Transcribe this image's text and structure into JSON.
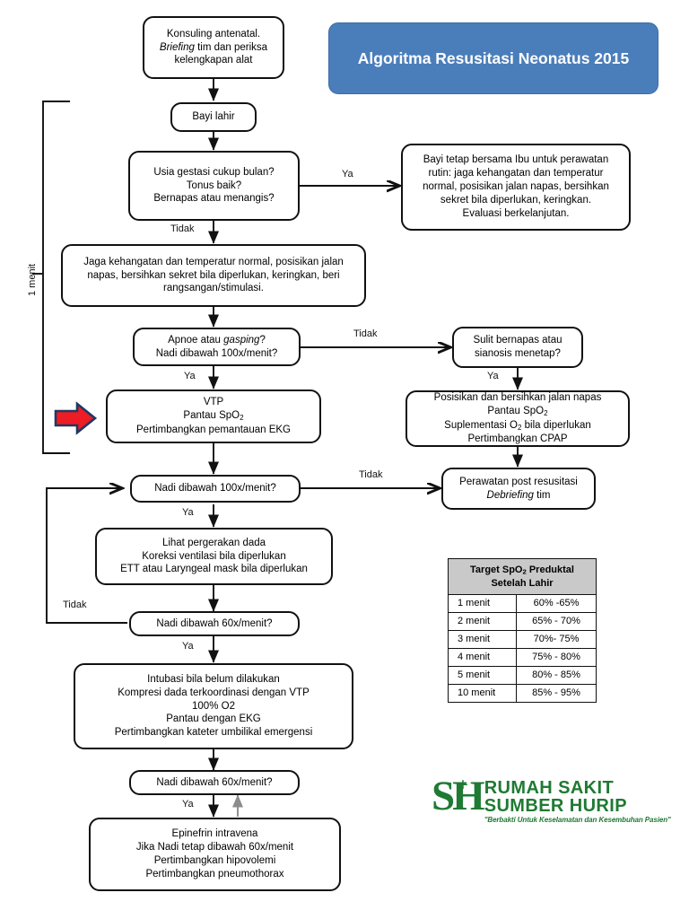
{
  "title": {
    "line1": "Algoritma Resusitasi Neonatus",
    "line2": "2015",
    "color": "#4a7ebb"
  },
  "nodes": {
    "antenatal": {
      "l1": "Konsuling antenatal.",
      "l2_italic": "Briefing",
      "l2_rest": " tim dan periksa",
      "l3": "kelengkapan alat"
    },
    "birth": {
      "l1": "Bayi lahir"
    },
    "assess": {
      "l1": "Usia gestasi cukup bulan?",
      "l2": "Tonus baik?",
      "l3": "Bernapas atau menangis?"
    },
    "routine_care": {
      "l1": "Bayi tetap bersama Ibu untuk perawatan",
      "l2": "rutin: jaga kehangatan dan temperatur",
      "l3": "normal, posisikan jalan napas, bersihkan",
      "l4": "sekret bila diperlukan, keringkan.",
      "l5": "Evaluasi berkelanjutan."
    },
    "warm_position": {
      "l1": "Jaga kehangatan dan temperatur normal, posisikan jalan",
      "l2": "napas, bersihkan sekret bila diperlukan, keringkan, beri",
      "l3": "rangsangan/stimulasi."
    },
    "apnea": {
      "l1_pre": "Apnoe atau ",
      "l1_italic": "gasping",
      "l1_post": "?",
      "l2": "Nadi dibawah 100x/menit?"
    },
    "labored": {
      "l1": "Sulit bernapas atau",
      "l2": "sianosis menetap?"
    },
    "cpap": {
      "l1": "Posisikan dan bersihkan jalan napas",
      "l2_pre": "Pantau SpO",
      "l2_sub": "2",
      "l3_pre": "Suplementasi O",
      "l3_sub": "2",
      "l3_post": " bila diperlukan",
      "l4": "Pertimbangkan CPAP"
    },
    "vtp": {
      "l1": "VTP",
      "l2_pre": "Pantau SpO",
      "l2_sub": "2",
      "l3": "Pertimbangkan pemantauan EKG"
    },
    "pulse100": {
      "l1": "Nadi dibawah 100x/menit?"
    },
    "post_resus": {
      "l1": "Perawatan post resusitasi",
      "l2_italic": "Debriefing",
      "l2_rest": " tim"
    },
    "chest_check": {
      "l1": "Lihat pergerakan dada",
      "l2": "Koreksi ventilasi bila diperlukan",
      "l3": "ETT atau Laryngeal mask bila diperlukan"
    },
    "pulse60_a": {
      "l1": "Nadi dibawah 60x/menit?"
    },
    "compressions": {
      "l1": "Intubasi bila belum dilakukan",
      "l2": "Kompresi dada terkoordinasi dengan VTP",
      "l3": "100% O2",
      "l4": "Pantau dengan EKG",
      "l5": "Pertimbangkan kateter umbilikal emergensi"
    },
    "pulse60_b": {
      "l1": "Nadi dibawah 60x/menit?"
    },
    "epinephrine": {
      "l1": "Epinefrin intravena",
      "l2": "Jika Nadi tetap dibawah 60x/menit",
      "l3": "Pertimbangkan hipovolemi",
      "l4": "Pertimbangkan pneumothorax"
    }
  },
  "edge_labels": {
    "ya_assess": "Ya",
    "tidak_assess": "Tidak",
    "tidak_apnea": "Tidak",
    "ya_apnea": "Ya",
    "ya_labored": "Ya",
    "tidak_pulse100": "Tidak",
    "ya_pulse100": "Ya",
    "tidak_pulse60a": "Tidak",
    "ya_pulse60a": "Ya",
    "ya_pulse60b": "Ya",
    "one_minute": "1 menit"
  },
  "spo2_table": {
    "header_l1_pre": "Target SpO",
    "header_l1_sub": "2",
    "header_l1_post": " Preduktal",
    "header_l2": "Setelah Lahir",
    "rows": [
      {
        "time": "1 menit",
        "target": "60% -65%"
      },
      {
        "time": "2 menit",
        "target": "65% - 70%"
      },
      {
        "time": "3 menit",
        "target": "70%- 75%"
      },
      {
        "time": "4 menit",
        "target": "75% - 80%"
      },
      {
        "time": "5 menit",
        "target": "80% - 85%"
      },
      {
        "time": "10 menit",
        "target": "85% - 95%"
      }
    ]
  },
  "logo": {
    "mark_s": "S",
    "mark_h": "H",
    "mark_plus": "+",
    "line1": "RUMAH SAKIT",
    "line2": "SUMBER HURIP",
    "tagline": "\"Berbakti Untuk Keselamatan dan Kesembuhan Pasien\"",
    "color": "#1f7a33"
  },
  "marker": {
    "arrow_fill": "#ee1c25",
    "arrow_stroke": "#1f3864"
  }
}
